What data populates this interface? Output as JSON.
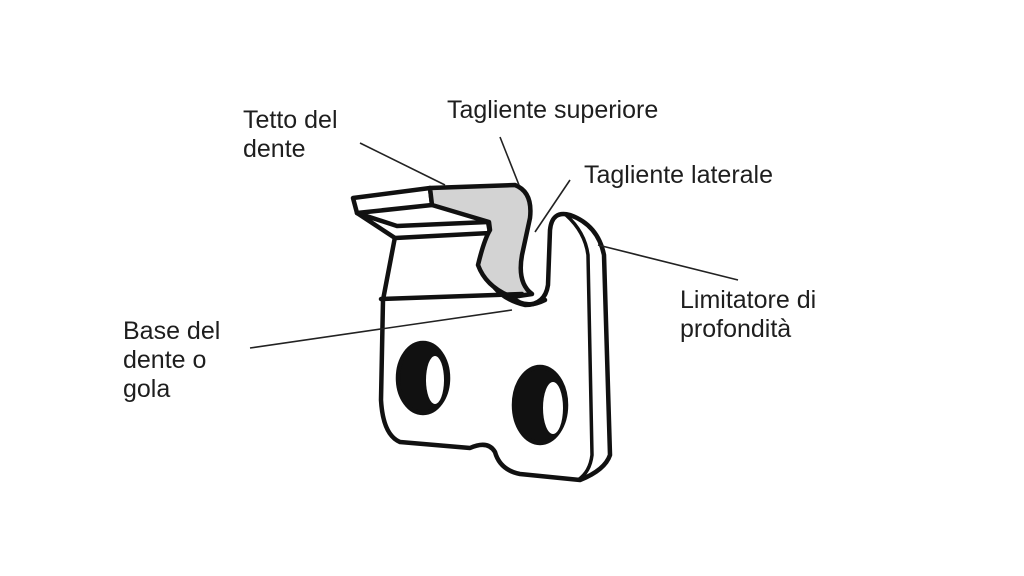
{
  "labels": {
    "roof": [
      "Tetto del",
      "dente"
    ],
    "top_edge": "Tagliente superiore",
    "side_edge": "Tagliente laterale",
    "depth_gauge": [
      "Limitatore di",
      "profondità"
    ],
    "gullet": [
      "Base del",
      "dente o",
      "gola"
    ]
  },
  "colors": {
    "outline": "#111111",
    "highlight": "#d3d3d3"
  }
}
